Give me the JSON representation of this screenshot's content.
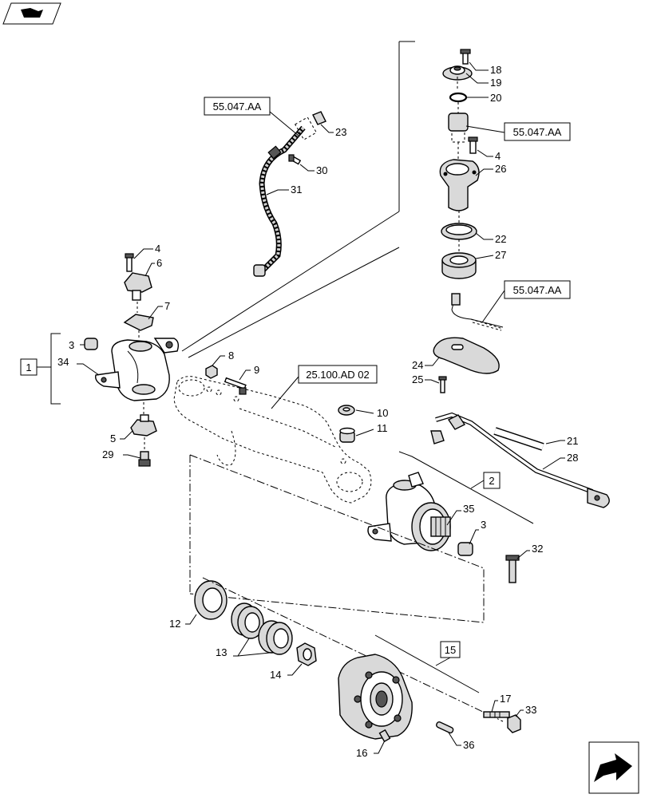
{
  "refs": {
    "r1": "55.047.AA",
    "r2": "55.047.AA",
    "r3": "55.047.AA",
    "r4": "25.100.AD 02"
  },
  "groups": {
    "g1": "1",
    "g2": "2",
    "g15": "15"
  },
  "parts": {
    "p3a": "3",
    "p3b": "3",
    "p4a": "4",
    "p4b": "4",
    "p5": "5",
    "p6": "6",
    "p7": "7",
    "p8": "8",
    "p9": "9",
    "p10": "10",
    "p11": "11",
    "p12": "12",
    "p13": "13",
    "p14": "14",
    "p16": "16",
    "p17": "17",
    "p18": "18",
    "p19": "19",
    "p20": "20",
    "p21": "21",
    "p22": "22",
    "p23": "23",
    "p24": "24",
    "p25": "25",
    "p26": "26",
    "p27": "27",
    "p28": "28",
    "p29": "29",
    "p30": "30",
    "p31": "31",
    "p32": "32",
    "p33": "33",
    "p34": "34",
    "p35": "35",
    "p36": "36"
  },
  "icons": {
    "top_left": "book-icon",
    "bottom_right": "next-page-arrow-icon"
  }
}
